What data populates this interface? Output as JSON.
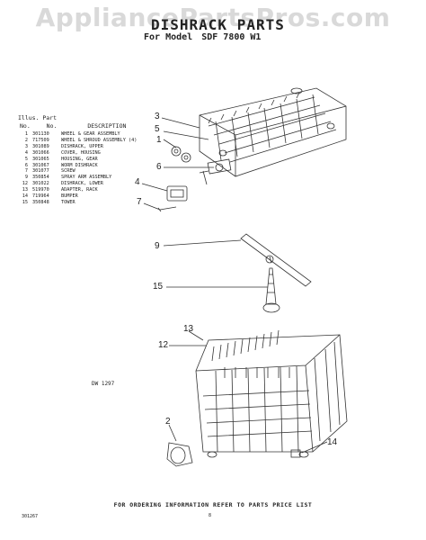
{
  "watermark": "AppliancePartsPros.com",
  "title": "DISHRACK PARTS",
  "subtitle": {
    "label": "For Model",
    "model": "SDF 7800 W1"
  },
  "table": {
    "header_line1": "Illus. Part",
    "header_no": "No.",
    "header_part_no": "No.",
    "header_description": "DESCRIPTION",
    "rows": [
      {
        "illus": "1",
        "part": "301130",
        "desc": "WHEEL & GEAR ASSEMBLY"
      },
      {
        "illus": "2",
        "part": "717509",
        "desc": "WHEEL & SHROUD ASSEMBLY (4)"
      },
      {
        "illus": "3",
        "part": "301089",
        "desc": "DISHRACK, UPPER"
      },
      {
        "illus": "4",
        "part": "301066",
        "desc": "COVER, HOUSING"
      },
      {
        "illus": "5",
        "part": "301065",
        "desc": "HOUSING, GEAR"
      },
      {
        "illus": "6",
        "part": "301067",
        "desc": "WORM DISHRACK"
      },
      {
        "illus": "7",
        "part": "301077",
        "desc": "SCREW"
      },
      {
        "illus": "9",
        "part": "350854",
        "desc": "SPRAY ARM ASSEMBLY"
      },
      {
        "illus": "12",
        "part": "301022",
        "desc": "DISHRACK, LOWER"
      },
      {
        "illus": "13",
        "part": "519970",
        "desc": "ADAPTER, RACK"
      },
      {
        "illus": "14",
        "part": "719964",
        "desc": "BUMPER"
      },
      {
        "illus": "15",
        "part": "350848",
        "desc": "TOWER"
      }
    ]
  },
  "callouts": {
    "c1": "1",
    "c2": "2",
    "c3": "3",
    "c4": "4",
    "c5": "5",
    "c6": "6",
    "c7": "7",
    "c9": "9",
    "c12": "12",
    "c13": "13",
    "c14": "14",
    "c15": "15"
  },
  "drawing_code": "DW 1297",
  "footer": "FOR ORDERING INFORMATION REFER TO PARTS PRICE LIST",
  "footer_code": "301267",
  "page_number": "8"
}
